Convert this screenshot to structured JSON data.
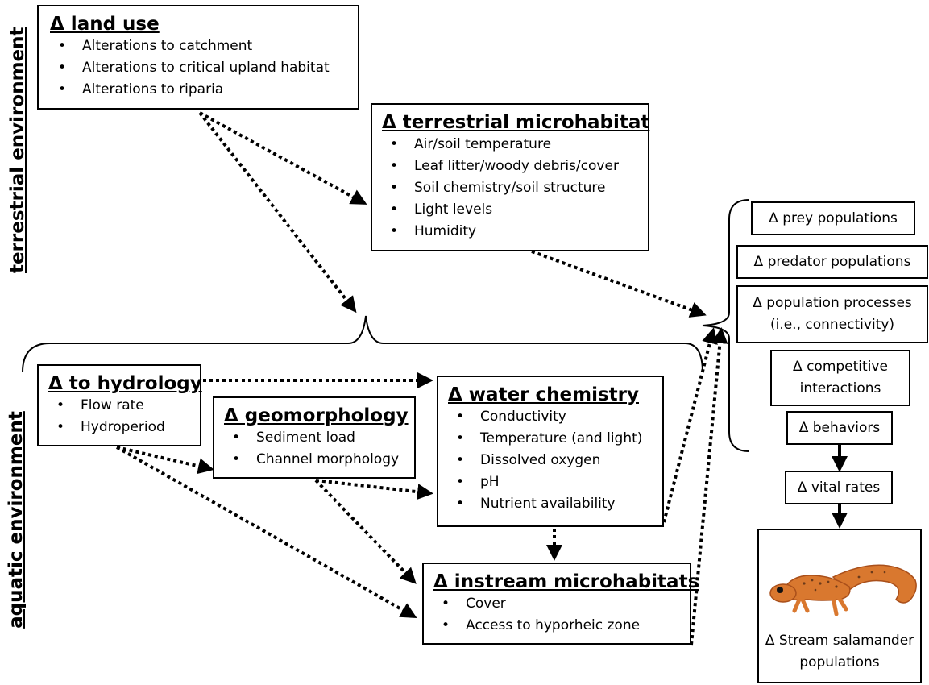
{
  "labels": {
    "terrestrial": "terrestrial environment",
    "aquatic": "aquatic environment"
  },
  "land_use": {
    "title": "Δ land use",
    "items": [
      "Alterations to catchment",
      "Alterations to critical upland habitat",
      "Alterations to riparia"
    ]
  },
  "terrestrial_micro": {
    "title": "Δ terrestrial microhabitat",
    "items": [
      "Air/soil temperature",
      "Leaf litter/woody debris/cover",
      "Soil chemistry/soil structure",
      "Light levels",
      "Humidity"
    ]
  },
  "hydrology": {
    "title": "Δ to hydrology",
    "items": [
      "Flow rate",
      "Hydroperiod"
    ]
  },
  "geomorphology": {
    "title": "Δ geomorphology",
    "items": [
      "Sediment load",
      "Channel morphology"
    ]
  },
  "water_chemistry": {
    "title": "Δ water chemistry",
    "items": [
      "Conductivity",
      "Temperature (and light)",
      "Dissolved oxygen",
      "pH",
      "Nutrient availability"
    ]
  },
  "instream": {
    "title": "Δ instream microhabitats",
    "items": [
      "Cover",
      "Access to hyporheic zone"
    ]
  },
  "effects": {
    "prey": "Δ prey populations",
    "predator": "Δ predator populations",
    "processes_line1": "Δ population processes",
    "processes_line2": "(i.e., connectivity)",
    "competitive_line1": "Δ competitive",
    "competitive_line2": "interactions",
    "behaviors": "Δ behaviors",
    "vital_rates": "Δ vital rates",
    "salamander_line1": "Δ Stream salamander",
    "salamander_line2": "populations"
  },
  "colors": {
    "salamander_body": "#d9782f",
    "salamander_dark": "#a94f1a",
    "salamander_spots": "#6b3a1a"
  }
}
